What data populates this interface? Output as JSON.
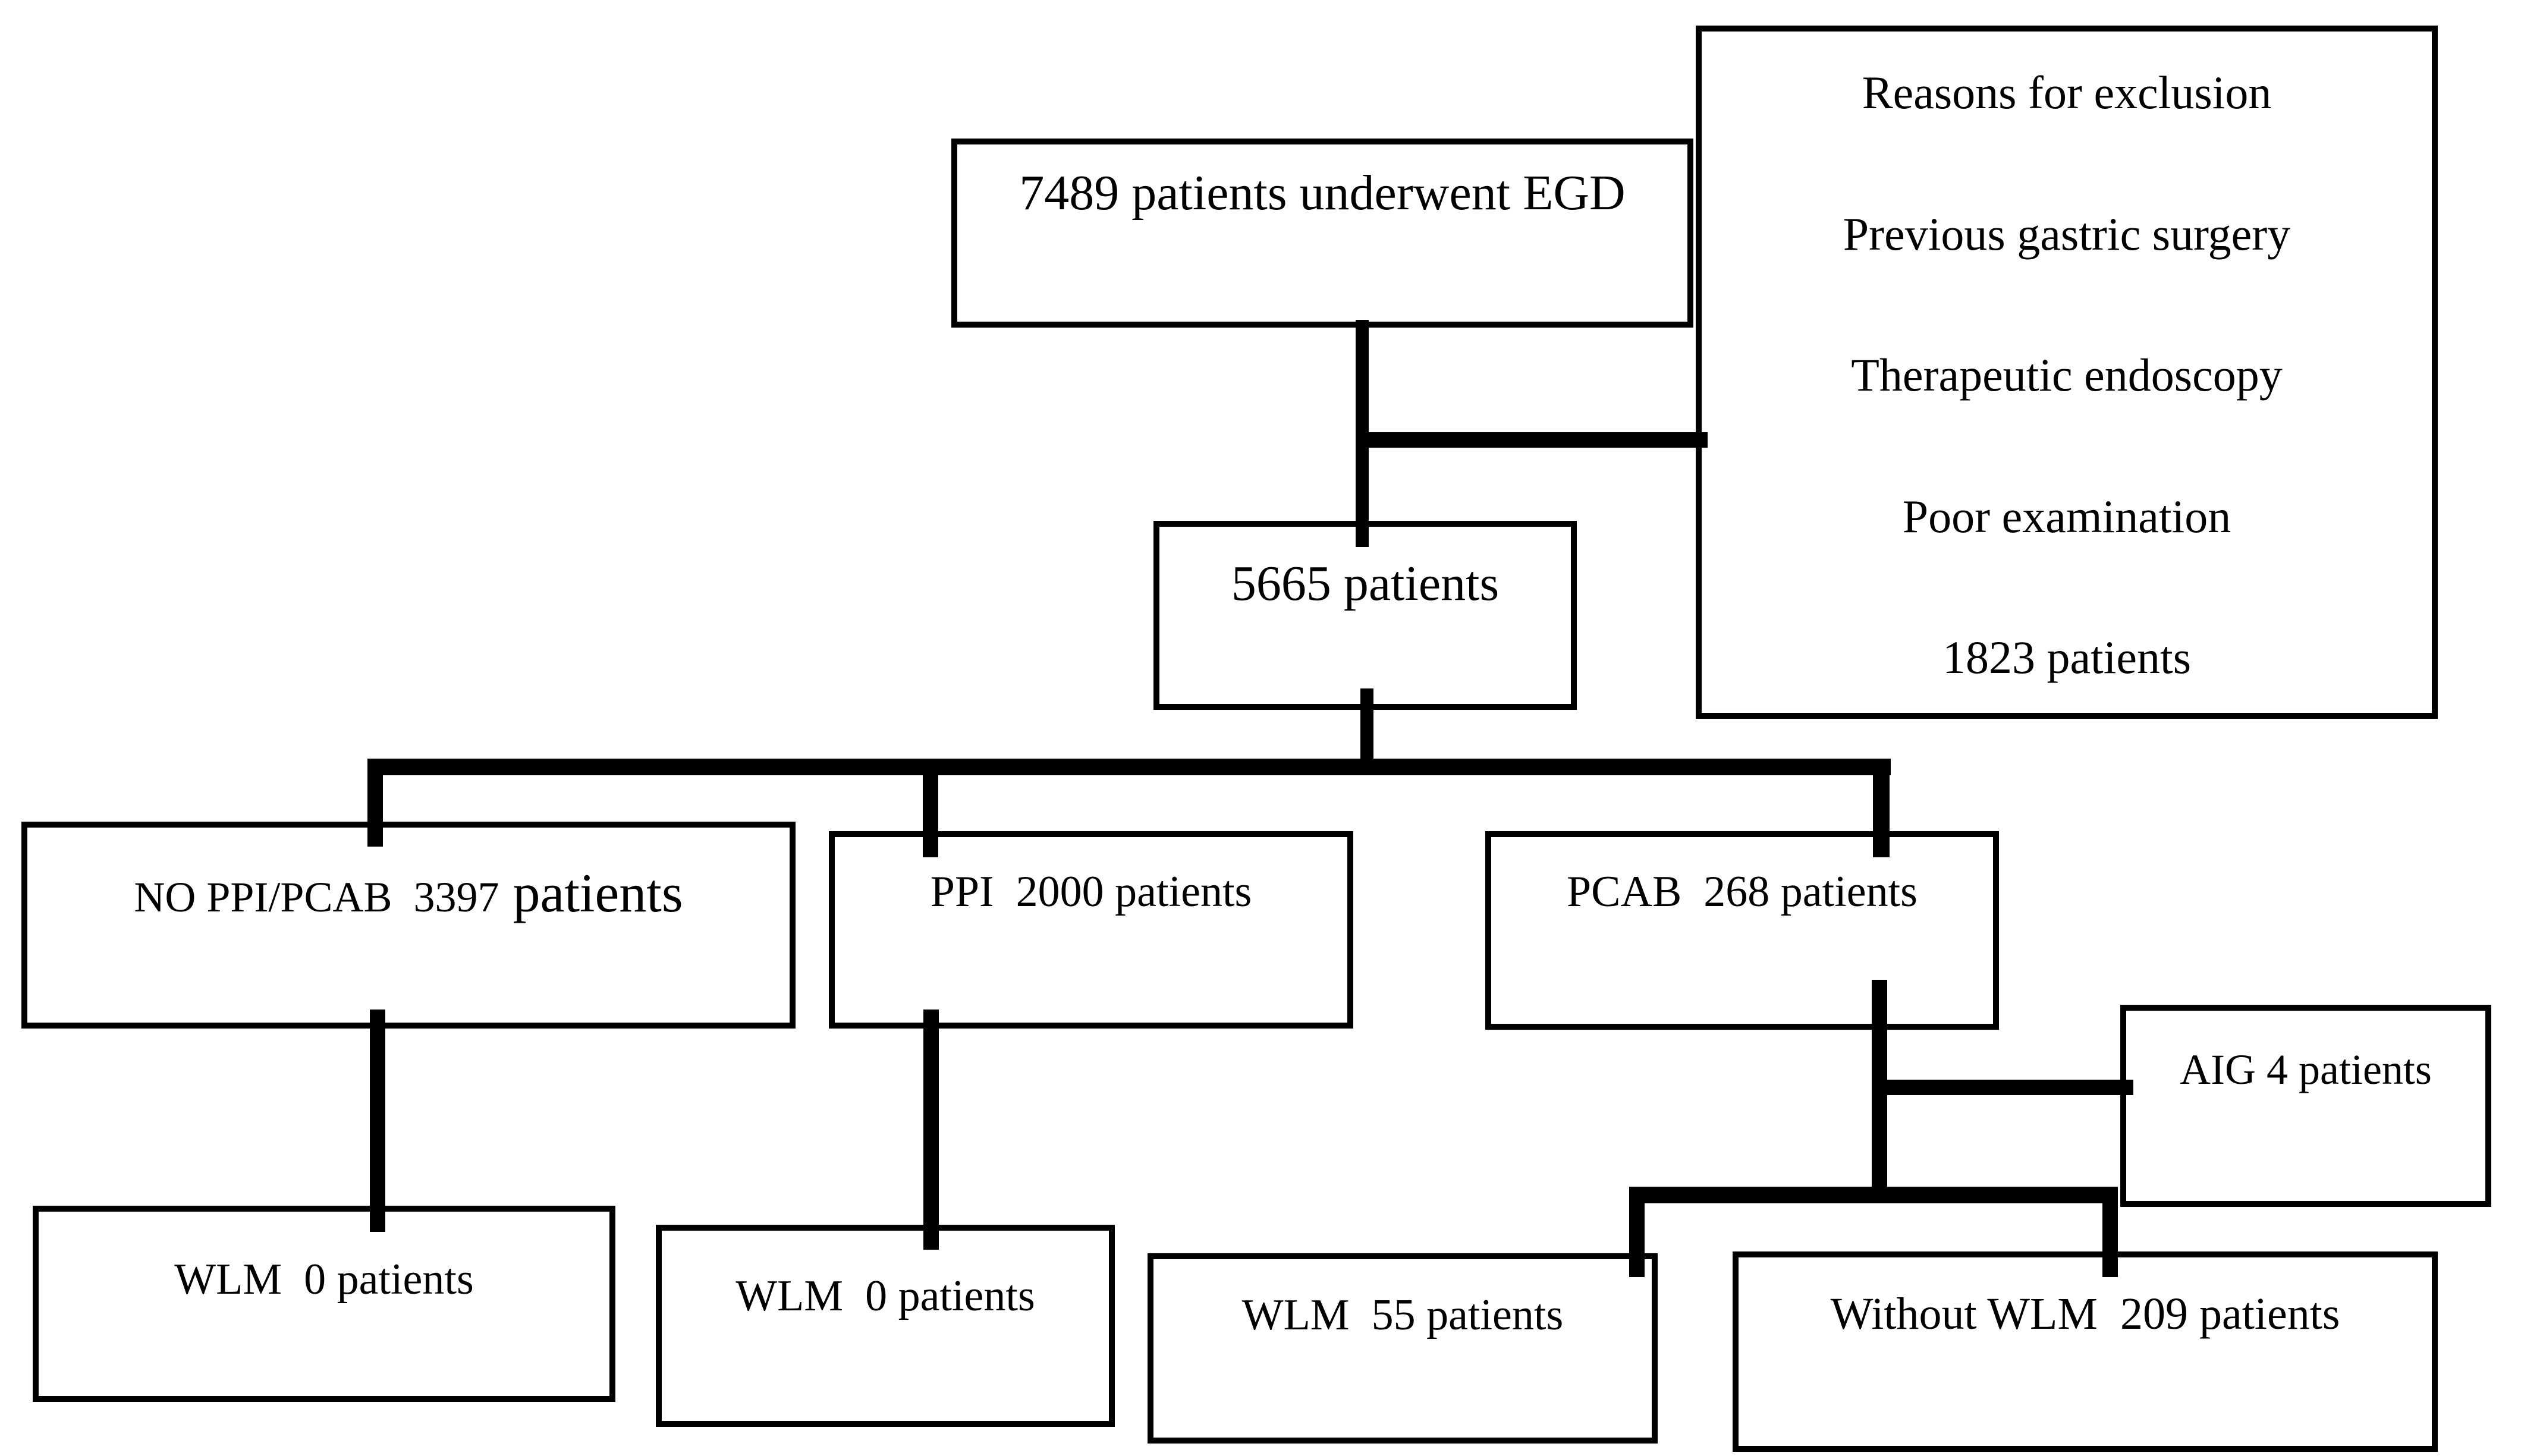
{
  "colors": {
    "background": "#ffffff",
    "line": "#000000",
    "text": "#000000"
  },
  "boxes": {
    "egd": {
      "label": "7489 patients underwent EGD"
    },
    "exclusion": {
      "lines": [
        "Reasons for exclusion",
        "Previous gastric surgery",
        "Therapeutic endoscopy",
        "Poor examination",
        "1823 patients"
      ]
    },
    "cohort": {
      "label": "5665 patients"
    },
    "no_ppi_pcab": {
      "label": "NO PPI/PCAB  3397",
      "label_suffix": " patients"
    },
    "ppi": {
      "label": "PPI  2000 patients"
    },
    "pcab": {
      "label": "PCAB  268 patients"
    },
    "aig": {
      "label": "AIG 4 patients"
    },
    "wlm_no_ppi_pcab": {
      "label": "WLM  0 patients"
    },
    "wlm_ppi": {
      "label": "WLM  0 patients"
    },
    "wlm_pcab": {
      "label": "WLM  55 patients"
    },
    "without_wlm": {
      "label": "Without WLM  209 patients"
    }
  }
}
